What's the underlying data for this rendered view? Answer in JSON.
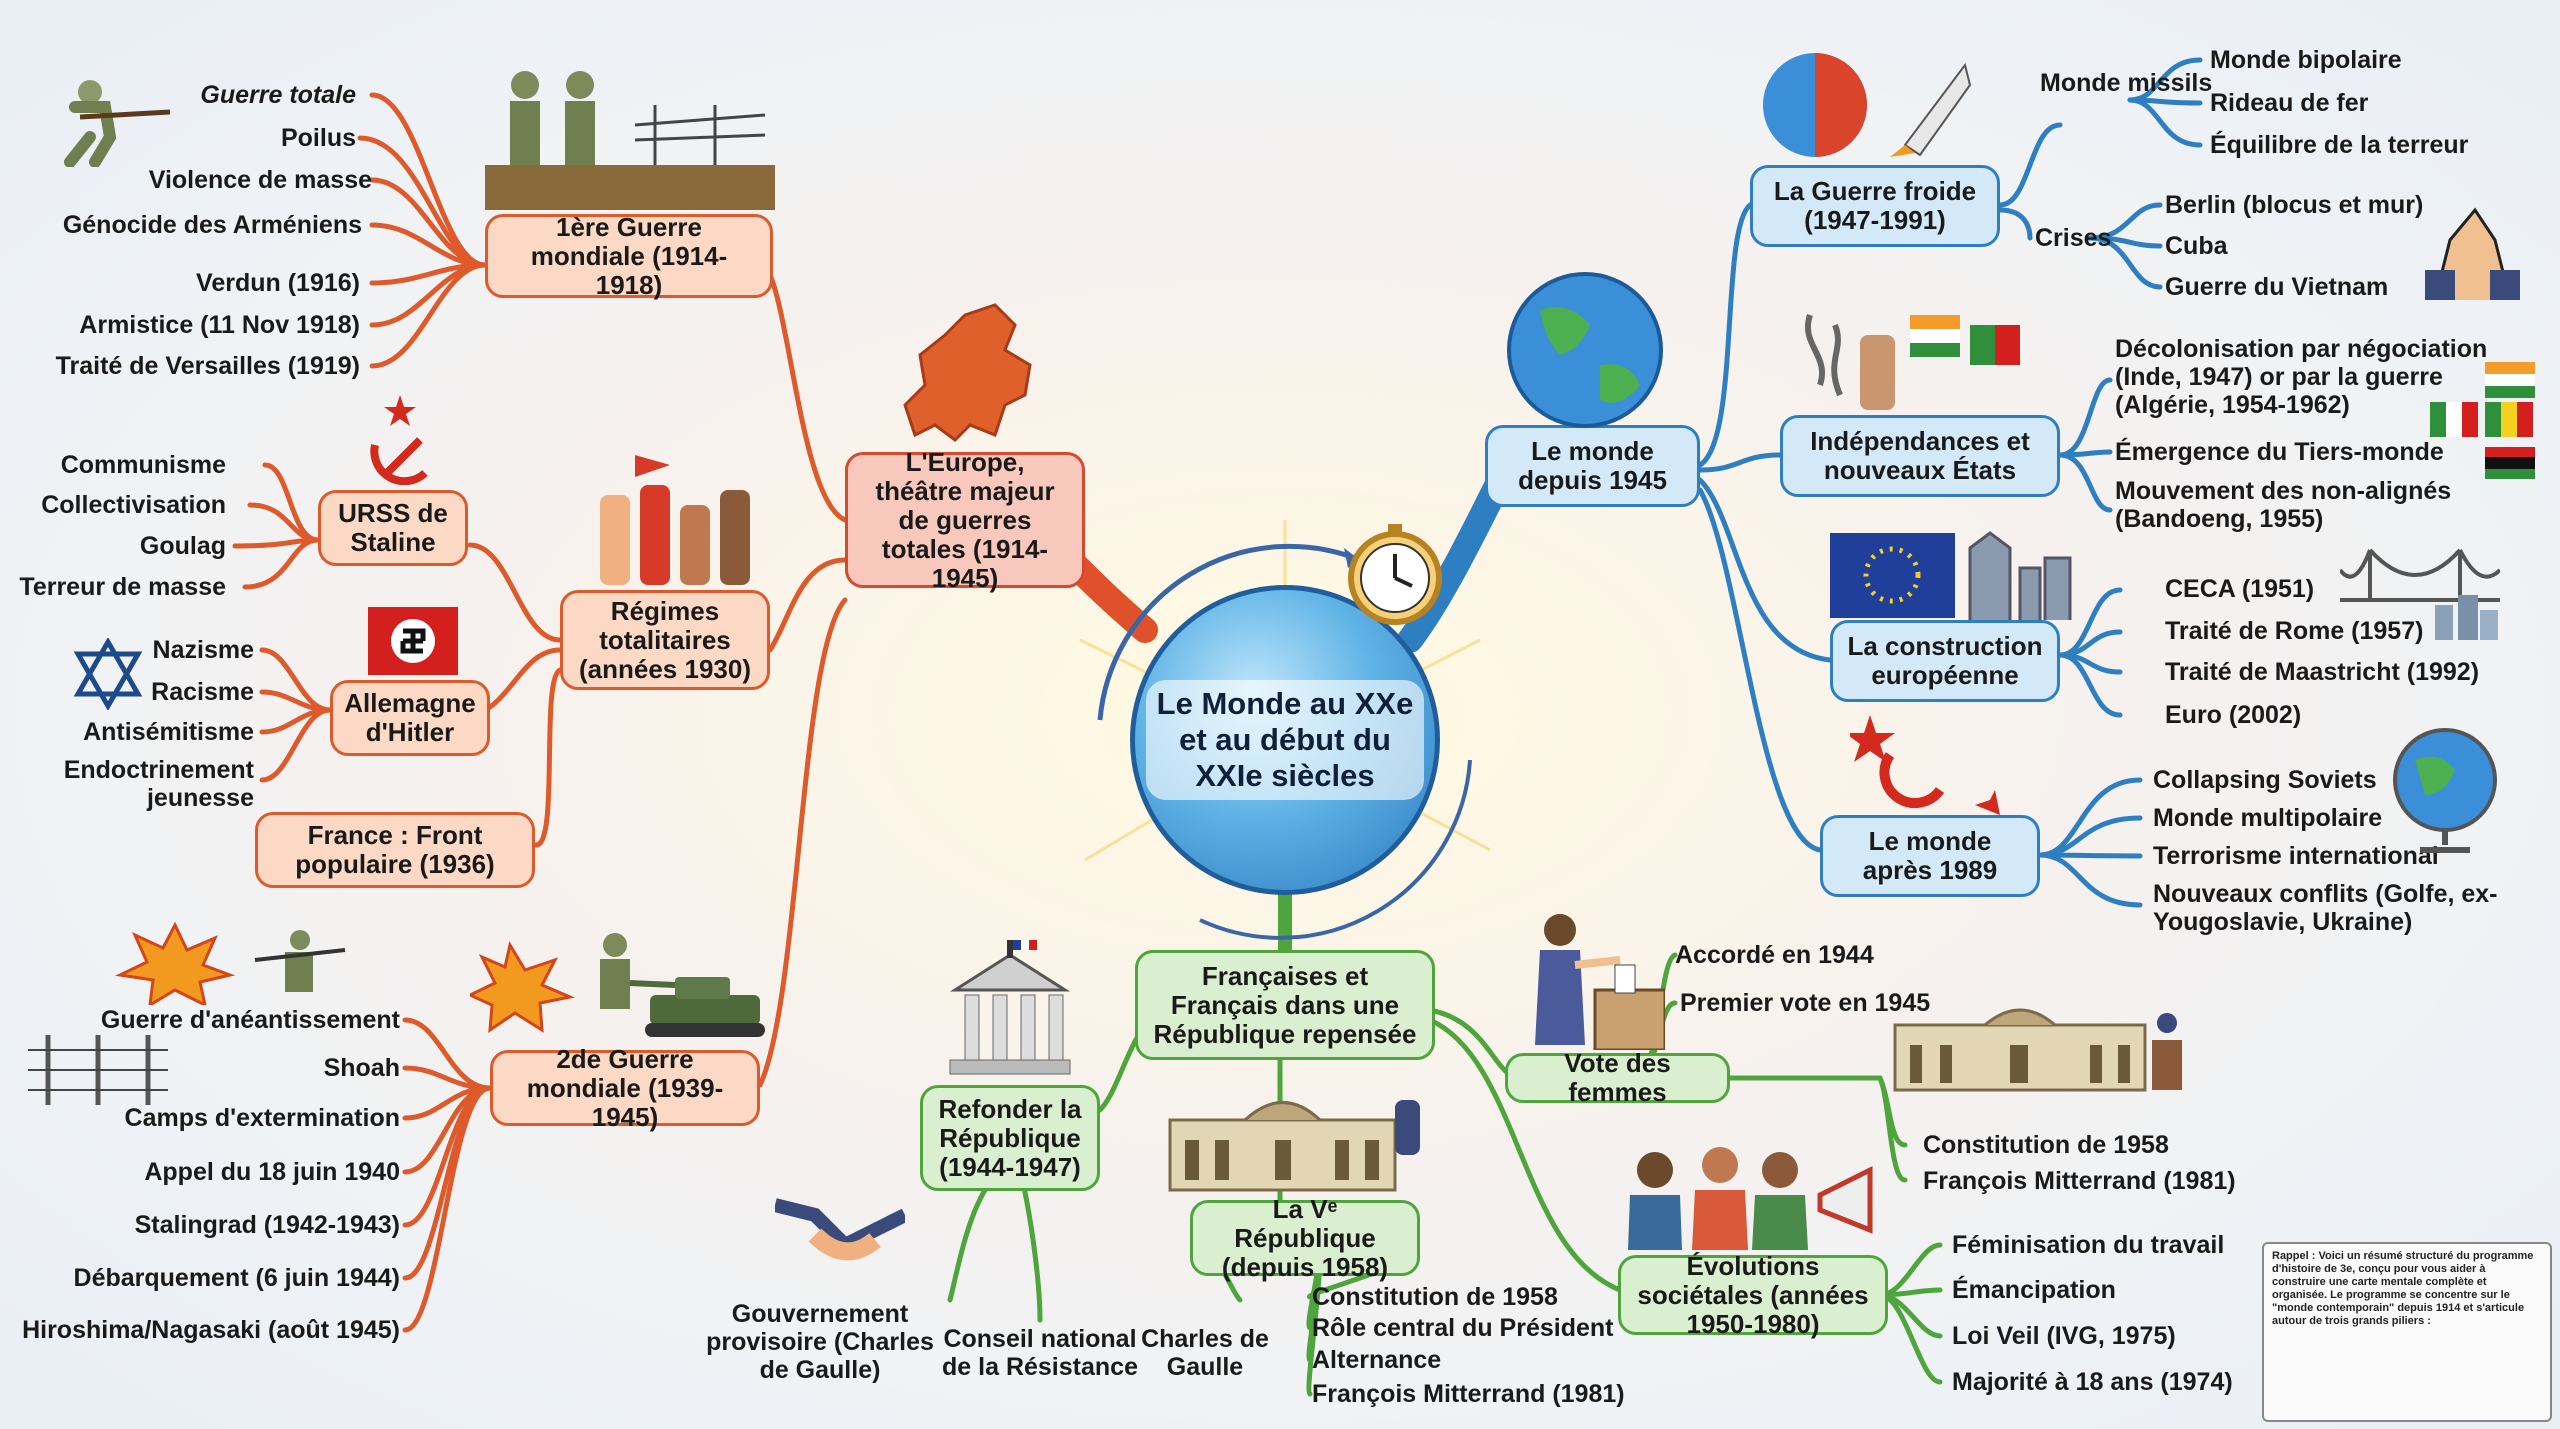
{
  "center": {
    "title": "Le Monde au XXe et au début du XXIe siècles"
  },
  "branches": {
    "europe": {
      "title": "L'Europe, théâtre majeur de guerres totales (1914-1945)",
      "ww1": {
        "title": "1ère Guerre mondiale (1914-1918)",
        "leaves": [
          "Guerre totale",
          "Poilus",
          "Violence de masse",
          "Génocide des Arméniens",
          "Verdun (1916)",
          "Armistice (11 Nov 1918)",
          "Traité de Versailles (1919)"
        ]
      },
      "totalitarian": {
        "title": "Régimes totalitaires (années 1930)",
        "urss": {
          "title": "URSS de Staline",
          "leaves": [
            "Communisme",
            "Collectivisation",
            "Goulag",
            "Terreur de masse"
          ]
        },
        "germany": {
          "title": "Allemagne d'Hitler",
          "leaves": [
            "Nazisme",
            "Racisme",
            "Antisémitisme",
            "Endoctrinement jeunesse"
          ]
        },
        "france": {
          "title": "France : Front populaire (1936)"
        }
      },
      "ww2": {
        "title": "2de Guerre mondiale (1939-1945)",
        "leaves": [
          "Guerre d'anéantissement",
          "Shoah",
          "Camps d'extermination",
          "Appel du 18 juin 1940",
          "Stalingrad (1942-1943)",
          "Débarquement (6 juin 1944)",
          "Hiroshima/Nagasaki (août 1945)"
        ]
      }
    },
    "world": {
      "title": "Le monde depuis 1945",
      "coldwar": {
        "title": "La Guerre froide (1947-1991)",
        "missiles": {
          "title": "Monde missils",
          "leaves": [
            "Monde bipolaire",
            "Rideau de fer",
            "Équilibre de la terreur"
          ]
        },
        "crises": {
          "title": "Crises",
          "leaves": [
            "Berlin (blocus et mur)",
            "Cuba",
            "Guerre du Vietnam"
          ]
        }
      },
      "independence": {
        "title": "Indépendances et nouveaux États",
        "leaves": [
          "Décolonisation par négociation (Inde, 1947) or par la guerre (Algérie, 1954-1962)",
          "Émergence du Tiers-monde",
          "Mouvement des non-alignés (Bandoeng, 1955)"
        ]
      },
      "europe_construction": {
        "title": "La construction européenne",
        "leaves": [
          "CECA (1951)",
          "Traité de Rome (1957)",
          "Traité de Maastricht (1992)",
          "Euro (2002)"
        ]
      },
      "after1989": {
        "title": "Le monde après 1989",
        "leaves": [
          "Collapsing Soviets",
          "Monde multipolaire",
          "Terrorisme international",
          "Nouveaux conflits (Golfe, ex-Yougoslavie, Ukraine)"
        ]
      }
    },
    "france": {
      "title": "Françaises et Français dans une République repensée",
      "refonder": {
        "title": "Refonder la République (1944-1947)",
        "leaves": [
          "Gouvernement provisoire (Charles de Gaulle)",
          "Conseil national de la Résistance"
        ]
      },
      "fifth": {
        "title": "La Vᵉ République (depuis 1958)",
        "side": "Charles de Gaulle",
        "leaves": [
          "Constitution de 1958",
          "Rôle central du Président",
          "Alternance",
          "François Mitterrand (1981)"
        ]
      },
      "vote": {
        "title": "Vote des femmes",
        "leaves": [
          "Accordé en 1944",
          "Premier vote en 1945"
        ],
        "right_leaves": [
          "Constitution de 1958",
          "François Mitterrand (1981)"
        ]
      },
      "societal": {
        "title": "Évolutions sociétales (années 1950-1980)",
        "leaves": [
          "Féminisation du travail",
          "Émancipation",
          "Loi Veil (IVG, 1975)",
          "Majorité à 18 ans (1974)"
        ]
      }
    }
  },
  "note": "Rappel : Voici un résumé structuré du programme d'histoire de 3e, conçu pour vous aider à construire une carte mentale complète et organisée. Le programme se concentre sur le \"monde contemporain\" depuis 1914 et s'articule autour de trois grands piliers :",
  "colors": {
    "europe": "#de5a2b",
    "world": "#2d7fc2",
    "france": "#4ea53c",
    "center": "#2a78bf"
  }
}
